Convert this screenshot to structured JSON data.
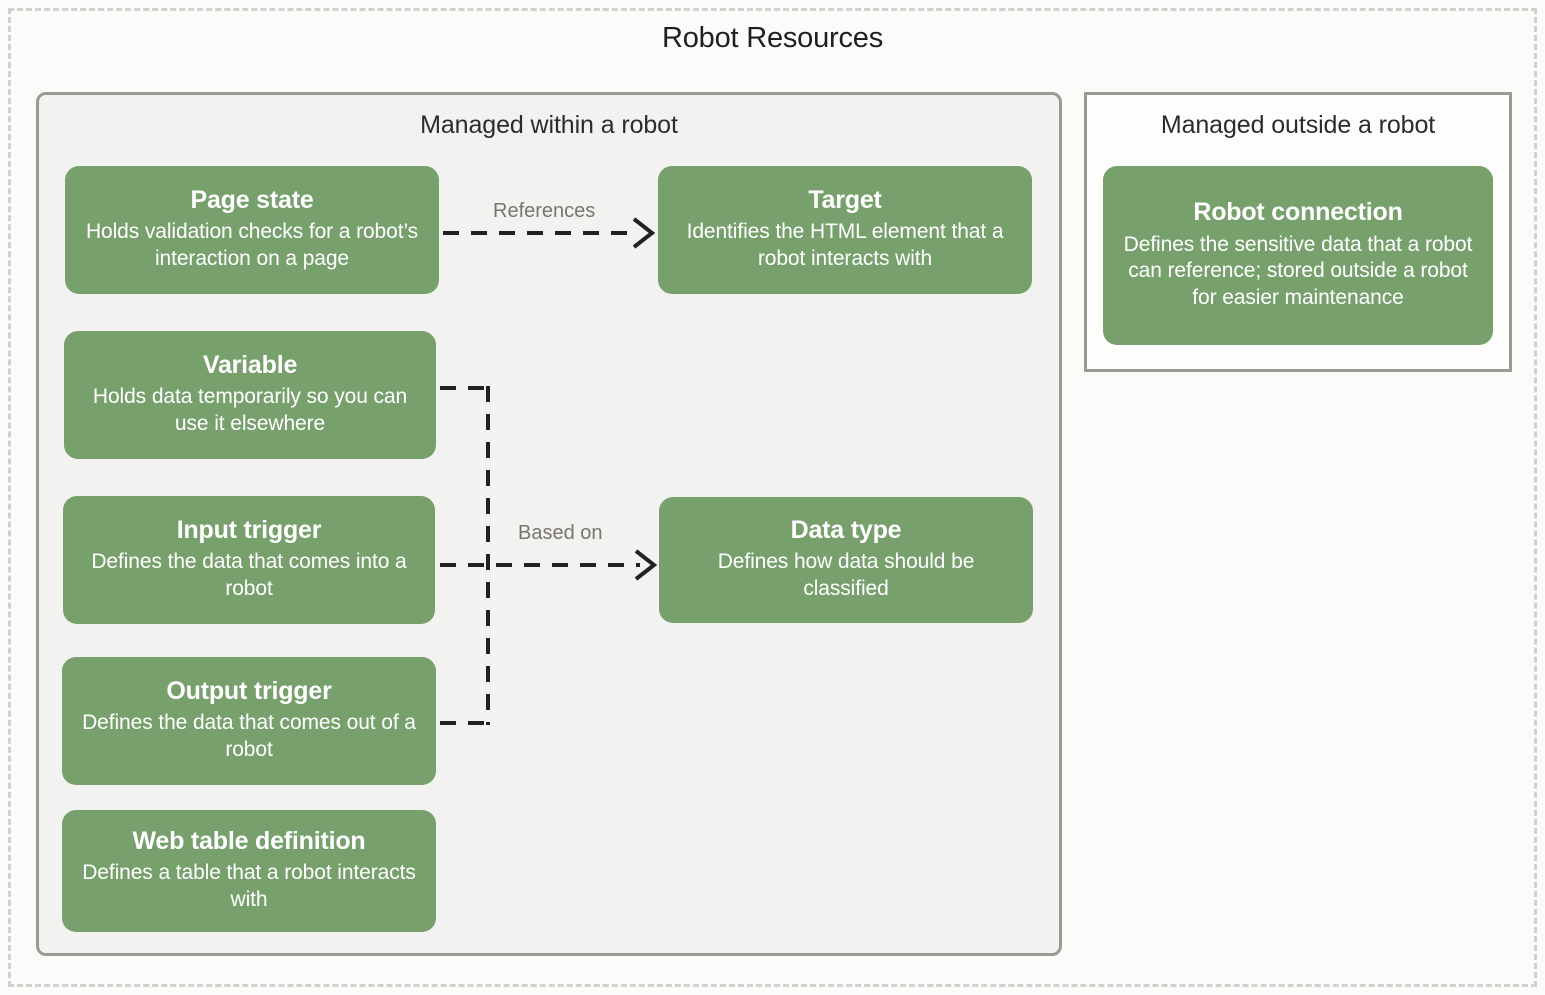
{
  "diagram": {
    "title": "Robot Resources",
    "type": "flow-diagram",
    "colors": {
      "node_fill": "#77a06d",
      "node_text": "#ffffff",
      "panel_border": "#9d9992",
      "panel_inside_fill": "#f2f2f0",
      "panel_outside_fill": "#fdfdfb",
      "outer_dashed_border": "#d2d0cc",
      "connector": "#222222",
      "edge_label_text": "#7a756c",
      "canvas_background": "#fbfbf9"
    }
  },
  "panels": [
    {
      "id": "managed-within",
      "title": "Managed within a robot"
    },
    {
      "id": "managed-outside",
      "title": "Managed outside a robot"
    }
  ],
  "nodes": [
    {
      "id": "page-state",
      "title": "Page state",
      "desc": "Holds validation checks for a robot’s interaction on a page",
      "panel": "managed-within"
    },
    {
      "id": "target",
      "title": "Target",
      "desc": "Identifies the HTML element that a robot interacts with",
      "panel": "managed-within"
    },
    {
      "id": "variable",
      "title": "Variable",
      "desc": "Holds data temporarily so you can use it elsewhere",
      "panel": "managed-within"
    },
    {
      "id": "input-trigger",
      "title": "Input trigger",
      "desc": "Defines the data that comes into a robot",
      "panel": "managed-within"
    },
    {
      "id": "data-type",
      "title": "Data type",
      "desc": "Defines how data should be classified",
      "panel": "managed-within"
    },
    {
      "id": "output-trigger",
      "title": "Output trigger",
      "desc": "Defines the data that comes out of a robot",
      "panel": "managed-within"
    },
    {
      "id": "web-table-definition",
      "title": "Web table definition",
      "desc": "Defines a table that a robot interacts with",
      "panel": "managed-within"
    },
    {
      "id": "robot-connection",
      "title": "Robot connection",
      "desc": "Defines the sensitive data that a robot can reference; stored outside a robot for easier maintenance",
      "panel": "managed-outside"
    }
  ],
  "edges": [
    {
      "id": "page-state-to-target",
      "from": "page-state",
      "to": "target",
      "label": "References",
      "style": "dashed-arrow"
    },
    {
      "id": "triggers-to-data-type",
      "from": "variable / input trigger / output trigger",
      "to": "data-type",
      "label": "Based on",
      "style": "dashed-arrow"
    }
  ]
}
